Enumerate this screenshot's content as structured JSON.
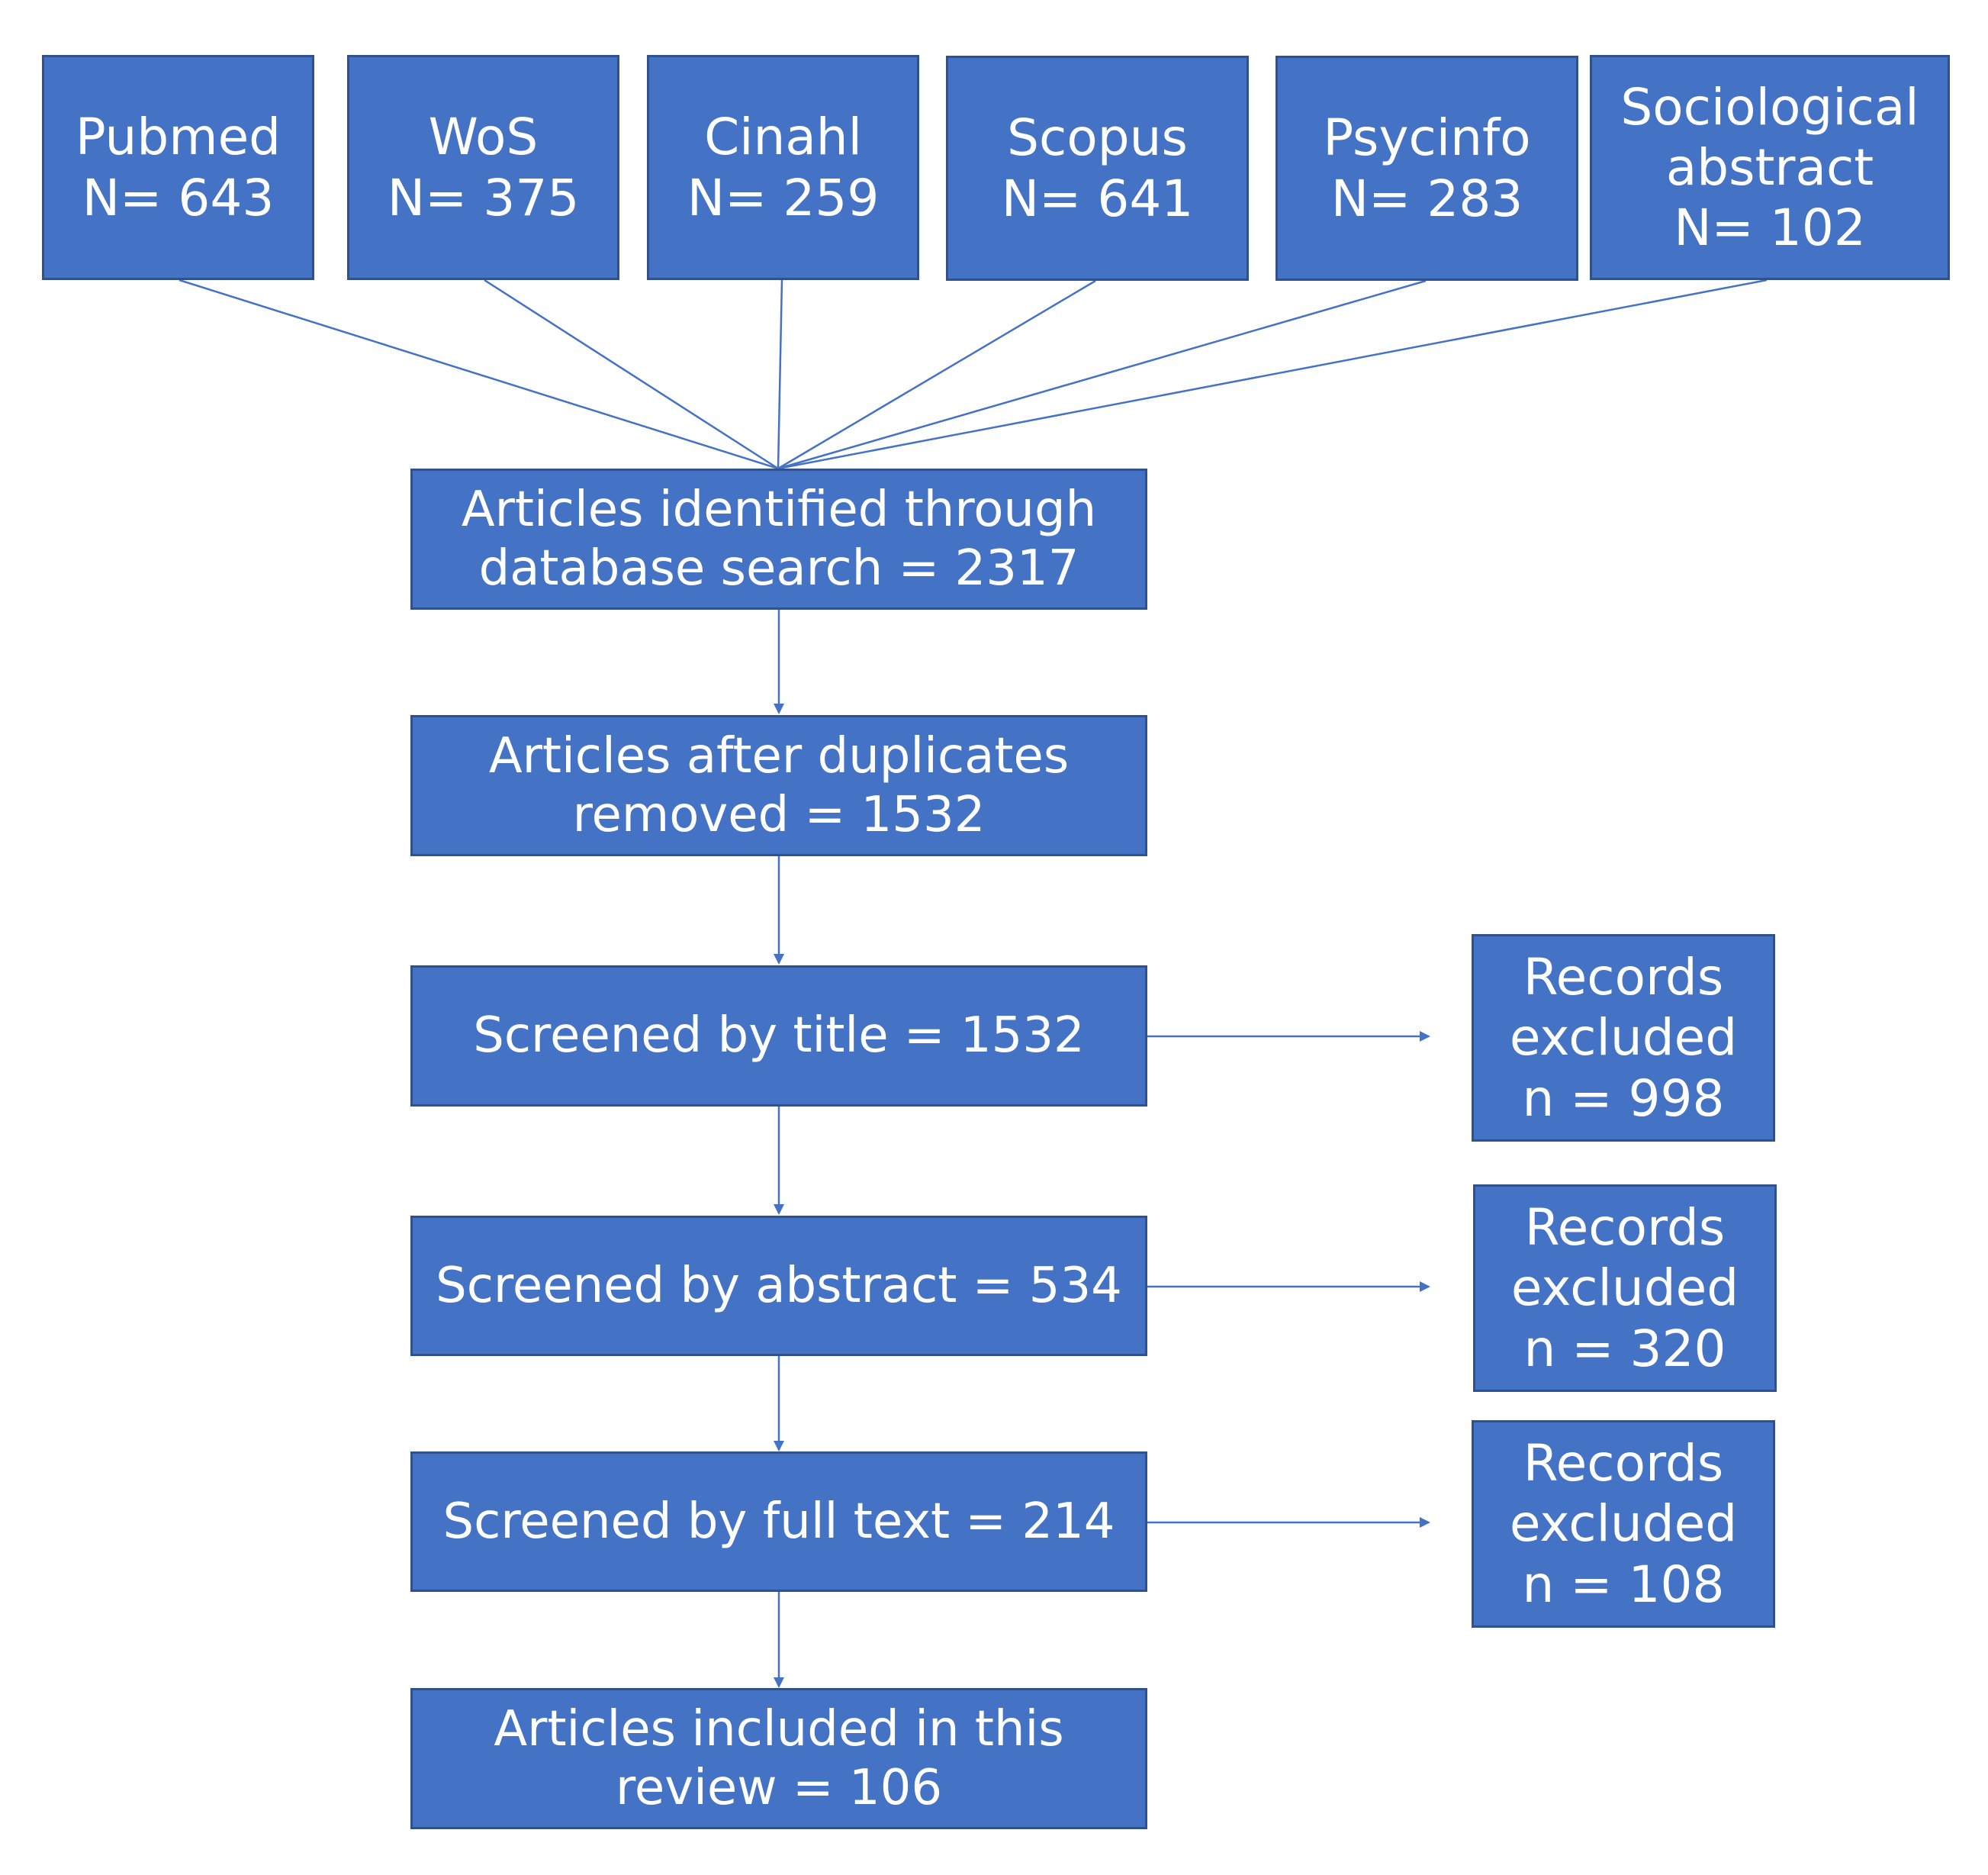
{
  "colors": {
    "box_fill": "#4472c4",
    "box_border": "#2f528f",
    "connector": "#4472c4",
    "text": "#ffffff"
  },
  "sources": [
    {
      "name": "Pubmed",
      "count": "N= 643"
    },
    {
      "name": "WoS",
      "count": "N= 375"
    },
    {
      "name": "Cinahl",
      "count": "N= 259"
    },
    {
      "name": "Scopus",
      "count": "N=  641"
    },
    {
      "name": "Psycinfo",
      "count": "N= 283"
    },
    {
      "name_line1": "Sociological",
      "name_line2": "abstract",
      "count": "N= 102"
    }
  ],
  "flow": {
    "identified": {
      "line1": "Articles identified through",
      "line2": "database search = 2317"
    },
    "deduplicated": {
      "line1": "Articles after duplicates",
      "line2": "removed = 1532"
    },
    "title": {
      "line1": "Screened by title  = 1532"
    },
    "abstract": {
      "line1": "Screened by abstract = 534"
    },
    "fulltext": {
      "line1": "Screened by full text = 214"
    },
    "included": {
      "line1": "Articles included in this",
      "line2": "review = 106"
    }
  },
  "exclusions": [
    {
      "line1": "Records",
      "line2": "excluded",
      "line3": "n = 998"
    },
    {
      "line1": "Records",
      "line2": "excluded",
      "line3": "n = 320"
    },
    {
      "line1": "Records",
      "line2": "excluded",
      "line3": "n = 108"
    }
  ]
}
